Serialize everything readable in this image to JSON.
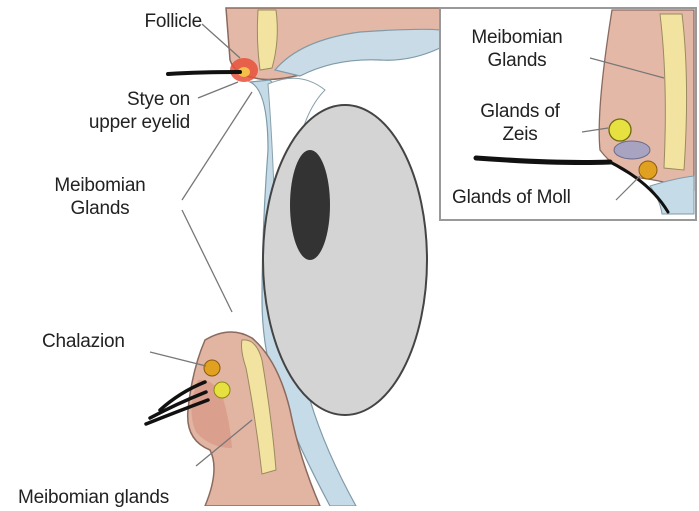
{
  "labels": {
    "follicle": "Follicle",
    "stye_line1": "Stye on",
    "stye_line2": "upper eyelid",
    "meibomian_line1": "Meibomian",
    "meibomian_line2": "Glands",
    "chalazion": "Chalazion",
    "meibomian_lower": "Meibomian glands"
  },
  "inset": {
    "meibomian_line1": "Meibomian",
    "meibomian_line2": "Glands",
    "zeis_line1": "Glands of",
    "zeis_line2": "Zeis",
    "moll": "Glands of Moll"
  },
  "colors": {
    "skin": "#e2b4a2",
    "skin_shadow": "#d99a8a",
    "gland": "#f3e3a0",
    "conjunctiva": "#c6dbe8",
    "sclera": "#d2d2d2",
    "pupil": "#333333",
    "inflamed": "#e0402a",
    "lash": "#111111",
    "inset_border": "#999999"
  }
}
